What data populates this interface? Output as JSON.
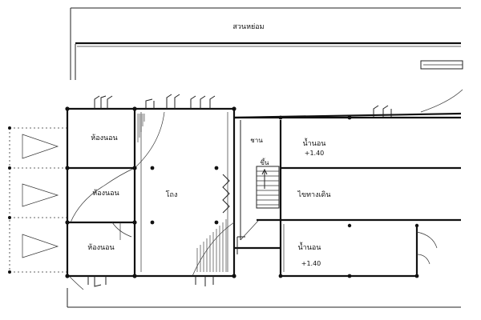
{
  "labels": {
    "top_band": "สวนหย่อม",
    "bedroom_1": "ห้องนอน",
    "bedroom_2": "ห้องนอน",
    "bedroom_3": "ห้องนอน",
    "hall": "โถง",
    "porch": "ชาน",
    "up": "ขึ้น",
    "water_upper": "น้ำนอน",
    "water_upper_level": "+1.40",
    "walkway": "ไขทางเดิน",
    "water_lower": "น้ำนอน",
    "water_lower_level": "+1.40"
  }
}
